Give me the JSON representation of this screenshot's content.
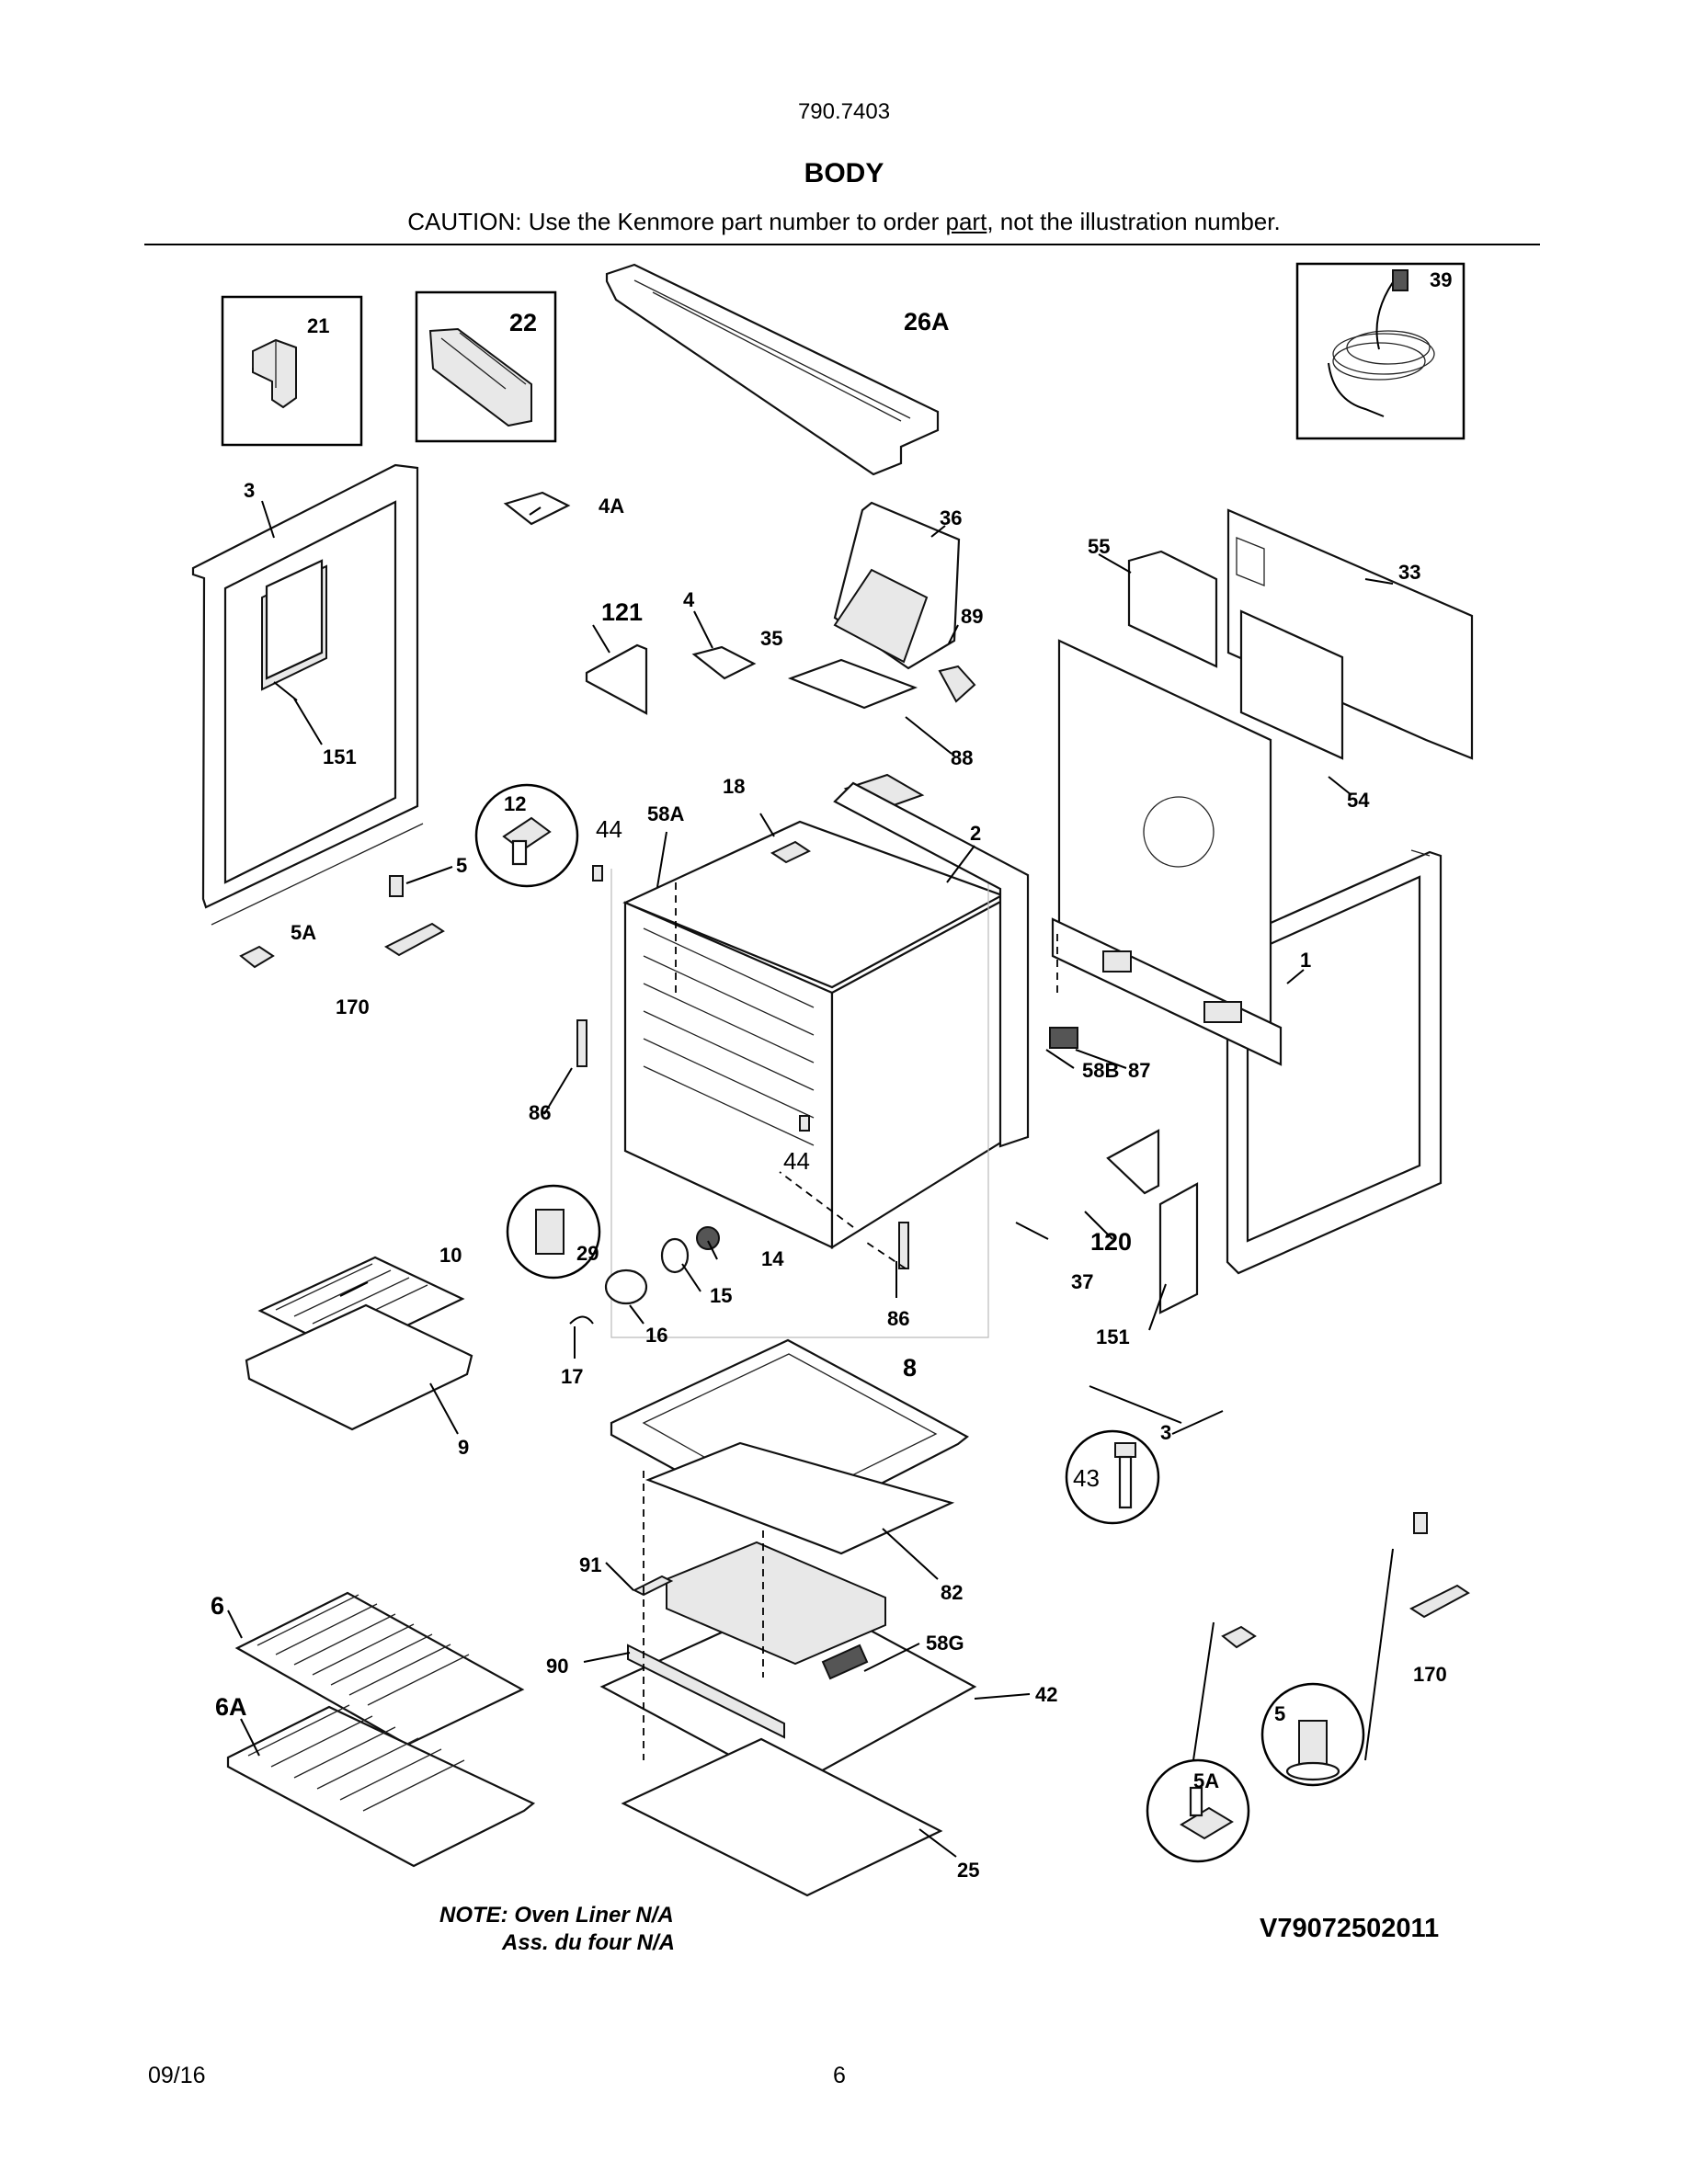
{
  "header": {
    "model_number": "790.7403",
    "section_title": "BODY",
    "caution_before": "CAUTION: Use the Kenmore part number to order ",
    "caution_underlined": "part",
    "caution_after": ", not the illustration number."
  },
  "callouts": {
    "c21": "21",
    "c22": "22",
    "c26A": "26A",
    "c39": "39",
    "c3_left": "3",
    "c3_right": "3",
    "c4A": "4A",
    "c4": "4",
    "c121": "121",
    "c36": "36",
    "c35": "35",
    "c89": "89",
    "c88": "88",
    "c55": "55",
    "c33": "33",
    "c54": "54",
    "c151_left": "151",
    "c151_right": "151",
    "c12": "12",
    "c44_top": "44",
    "c58A": "58A",
    "c18": "18",
    "c2": "2",
    "c5_left": "5",
    "c5_right": "5",
    "c5A_left": "5A",
    "c5A_right": "5A",
    "c170_left": "170",
    "c170_right": "170",
    "c1": "1",
    "c86_left": "86",
    "c86_right": "86",
    "c87": "87",
    "c58B": "58B",
    "c44_mid": "44",
    "c29": "29",
    "c10": "10",
    "c14": "14",
    "c15": "15",
    "c16": "16",
    "c17": "17",
    "c9": "9",
    "c120": "120",
    "c37": "37",
    "c8": "8",
    "c43": "43",
    "c82": "82",
    "c91": "91",
    "c90": "90",
    "c58G": "58G",
    "c42": "42",
    "c6": "6",
    "c6A": "6A",
    "c25": "25"
  },
  "notes": {
    "line1": "NOTE: Oven Liner N/A",
    "line2": "Ass. du four N/A"
  },
  "drawing_code": "V79072502011",
  "footer": {
    "date": "09/16",
    "page_number": "6"
  }
}
